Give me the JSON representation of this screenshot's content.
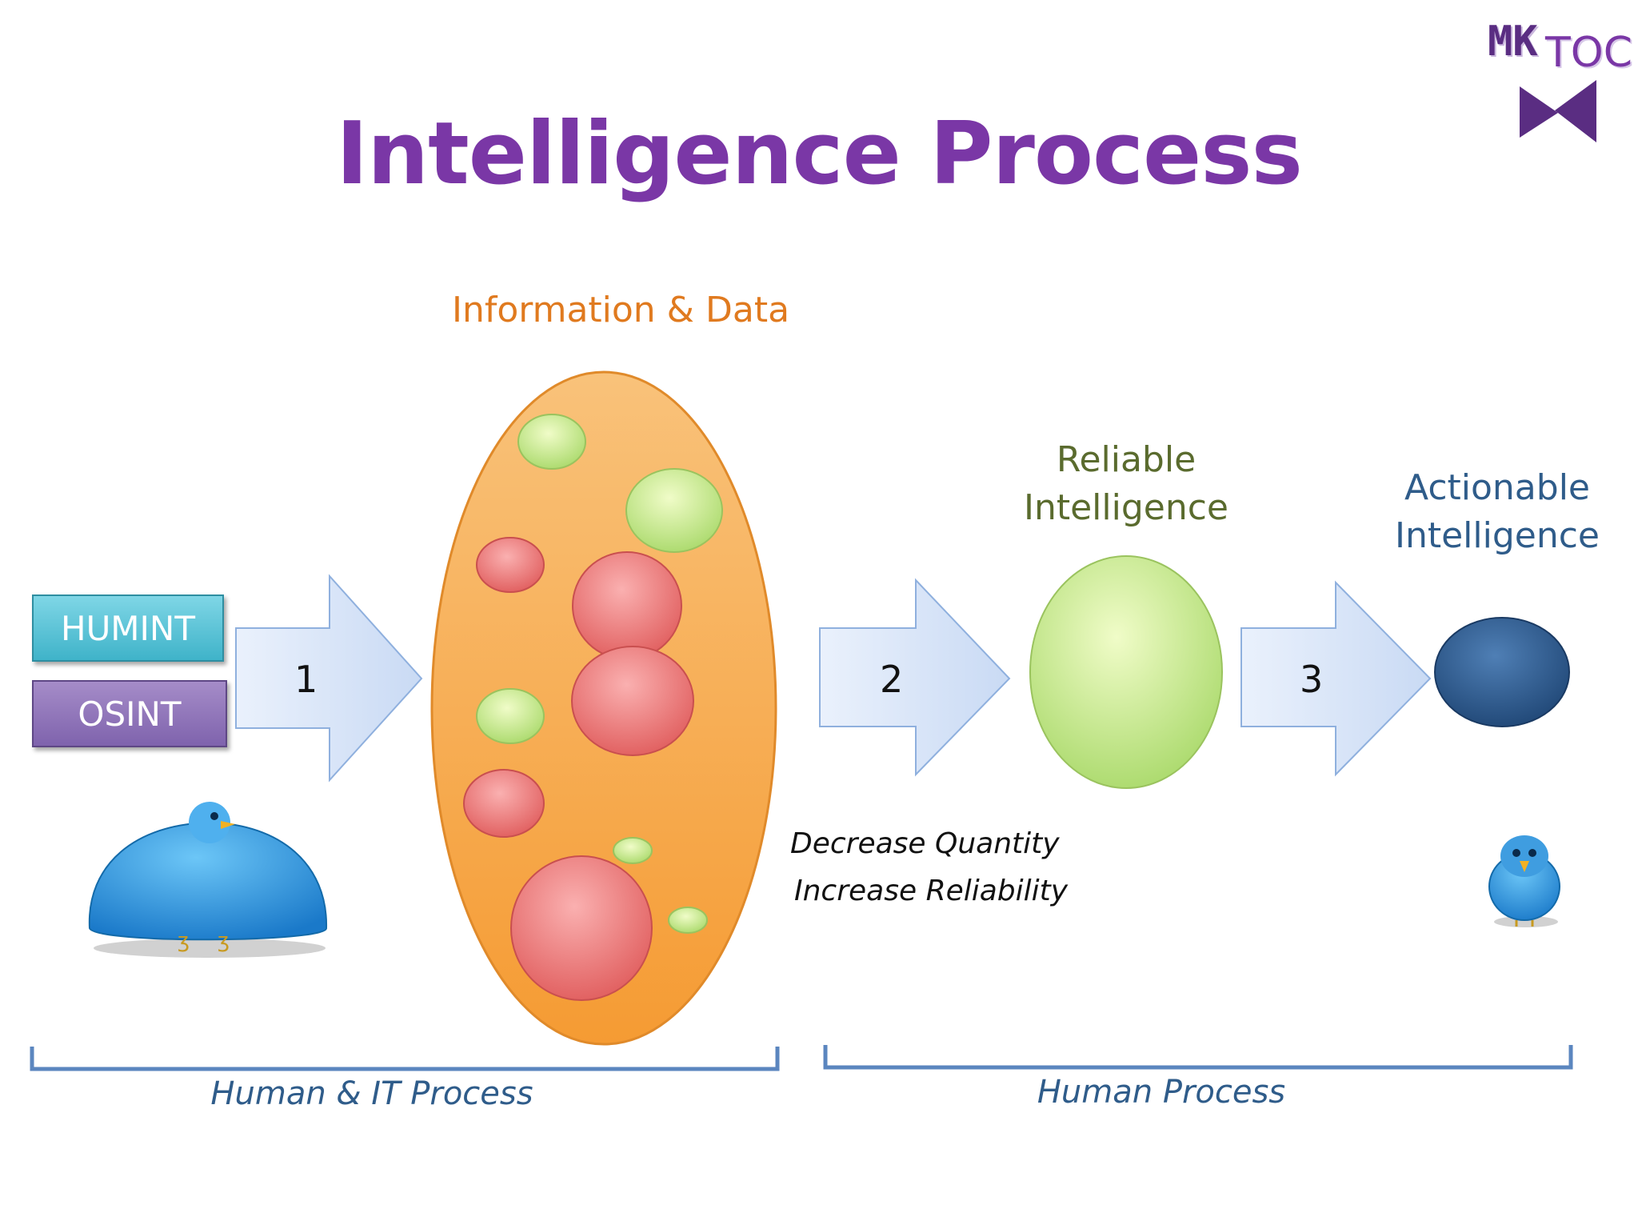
{
  "title": "Intelligence Process",
  "logo": {
    "text_mk": "MK",
    "text_toc": "TOC",
    "colors": {
      "mk": "#5a2d82",
      "toc": "#7a37a6"
    }
  },
  "sources": {
    "humint": "HUMINT",
    "osint": "OSINT"
  },
  "info_label": "Information & Data",
  "steps": [
    "1",
    "2",
    "3"
  ],
  "reliable": {
    "line1": "Reliable",
    "line2": "Intelligence"
  },
  "actionable": {
    "line1": "Actionable",
    "line2": "Intelligence"
  },
  "notes": {
    "decrease": "Decrease Quantity",
    "increase": "Increase Reliability"
  },
  "brackets": {
    "left": "Human & IT Process",
    "right": "Human Process"
  },
  "colors": {
    "title": "#7a37a6",
    "orange": "#f7a84a",
    "green": "#b8e07a",
    "red": "#e86b6b",
    "navy": "#2f5c8a",
    "arrow": "#d3e2f7"
  },
  "icons": [
    "logo-mark-icon",
    "fat-bird-icon",
    "small-bird-icon"
  ]
}
